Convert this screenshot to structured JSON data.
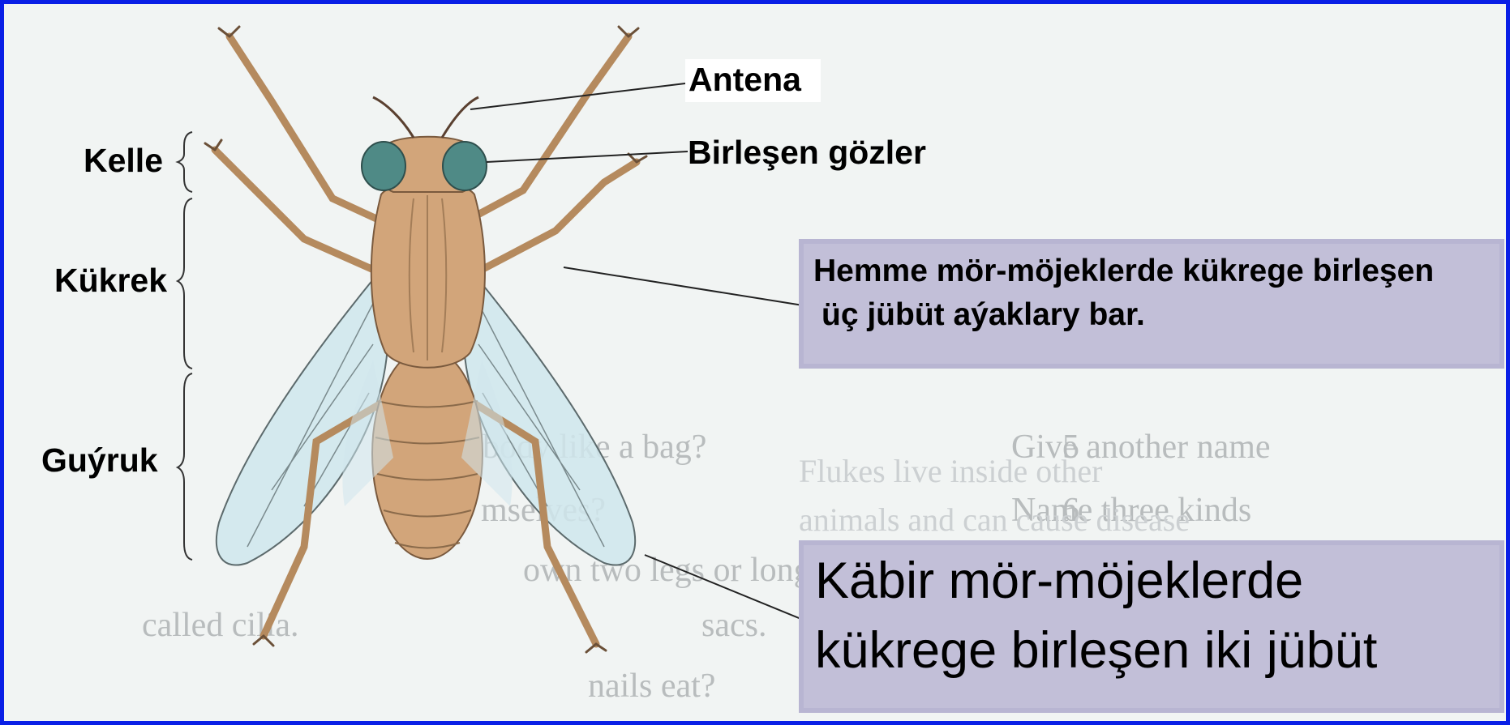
{
  "labels": {
    "head": "Kelle",
    "thorax": "Kükrek",
    "abdomen": "Guýruk",
    "antenna": "Antena",
    "compound_eyes": "Birleşen gözler"
  },
  "notes": {
    "legs": [
      "Hemme mör-möjeklerde kükrege birleşen",
      "üç jübüt aýaklary bar."
    ],
    "wings": [
      "Käbir mör-möjeklerde",
      "kükrege birleşen iki jübüt"
    ]
  },
  "background_text": [
    "body like a bag?",
    "5",
    "Give another name",
    "mselves?",
    "6",
    "Name three kinds",
    "Flukes live inside other",
    "animals and can cause disease",
    "own two legs or longlegs. Name",
    "called cilia.",
    "sacs.",
    "nails eat?"
  ],
  "colors": {
    "frame": "#0a1fe6",
    "body": "#d2a57a",
    "eyes": "#4f8a86",
    "wings": "#cfe6ec",
    "note_box": "#c2bfd8"
  }
}
